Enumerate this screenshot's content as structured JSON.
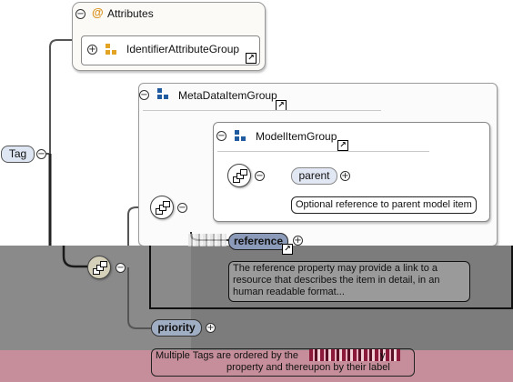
{
  "diagram": {
    "root": {
      "label": "Tag"
    },
    "attributes": {
      "title": "Attributes",
      "group_ref": "IdentifierAttributeGroup"
    },
    "metadata_group": {
      "title": "MetaDataItemGroup",
      "model_item_group": {
        "title": "ModelItemGroup",
        "parent": {
          "label": "parent",
          "annotation": "Optional reference to parent model item"
        }
      },
      "reference": {
        "label": "reference",
        "annotation": "The reference property may provide a link to a resource that describes the item in detail, in an human readable format..."
      }
    },
    "priority": {
      "label": "priority",
      "annotation_line1": "Multiple Tags are ordered by the",
      "annotation_line1_tail": "y",
      "annotation_line2": "property and thereupon by their label"
    }
  }
}
